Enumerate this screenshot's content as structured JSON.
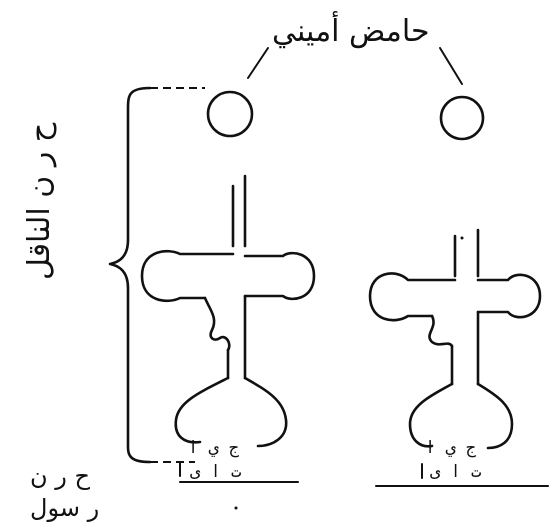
{
  "labels": {
    "amino_acid": "حامض أميني",
    "carrier_rna": "ح ر ن الناقل",
    "mrna": "ح ر ن",
    "messenger": "ر سول"
  },
  "trna_left": {
    "anticodon": "ج ي ا",
    "codon": "ت ا ى"
  },
  "trna_right": {
    "anticodon": "ج ي ا",
    "codon": "ت ا ى"
  }
}
